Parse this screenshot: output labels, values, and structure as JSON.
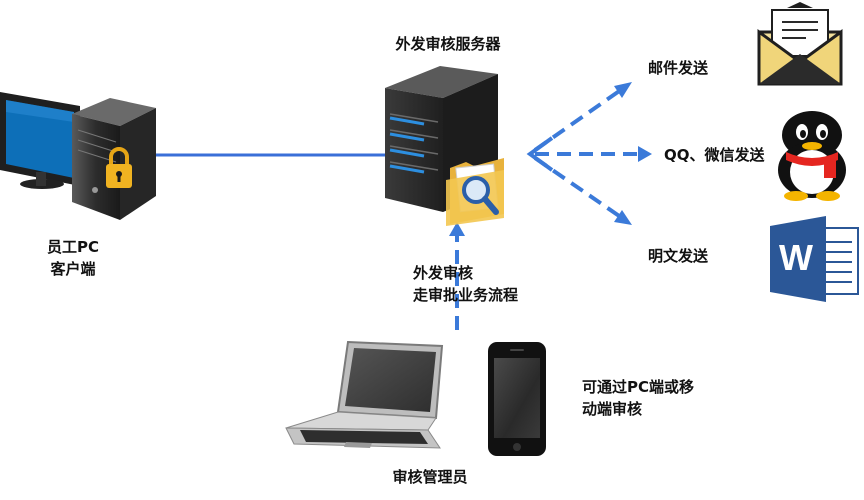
{
  "server": {
    "title": "外发审核服务器"
  },
  "employee_pc": {
    "line1": "员工PC",
    "line2": "客户端"
  },
  "outputs": {
    "email": "邮件发送",
    "qq_wechat": "QQ、微信发送",
    "plaintext": "明文发送"
  },
  "approval": {
    "line1": "外发审核",
    "line2": "走审批业务流程"
  },
  "mobile": {
    "line1": "可通过PC端或移",
    "line2": "动端审核"
  },
  "admin": {
    "label": "审核管理员"
  },
  "icons": {
    "word_letter": "W",
    "colors": {
      "line_blue": "#3a6fd8",
      "arrow_blue": "#3b7ad9",
      "word_blue": "#2b5797",
      "folder": "#f0c04a"
    }
  }
}
